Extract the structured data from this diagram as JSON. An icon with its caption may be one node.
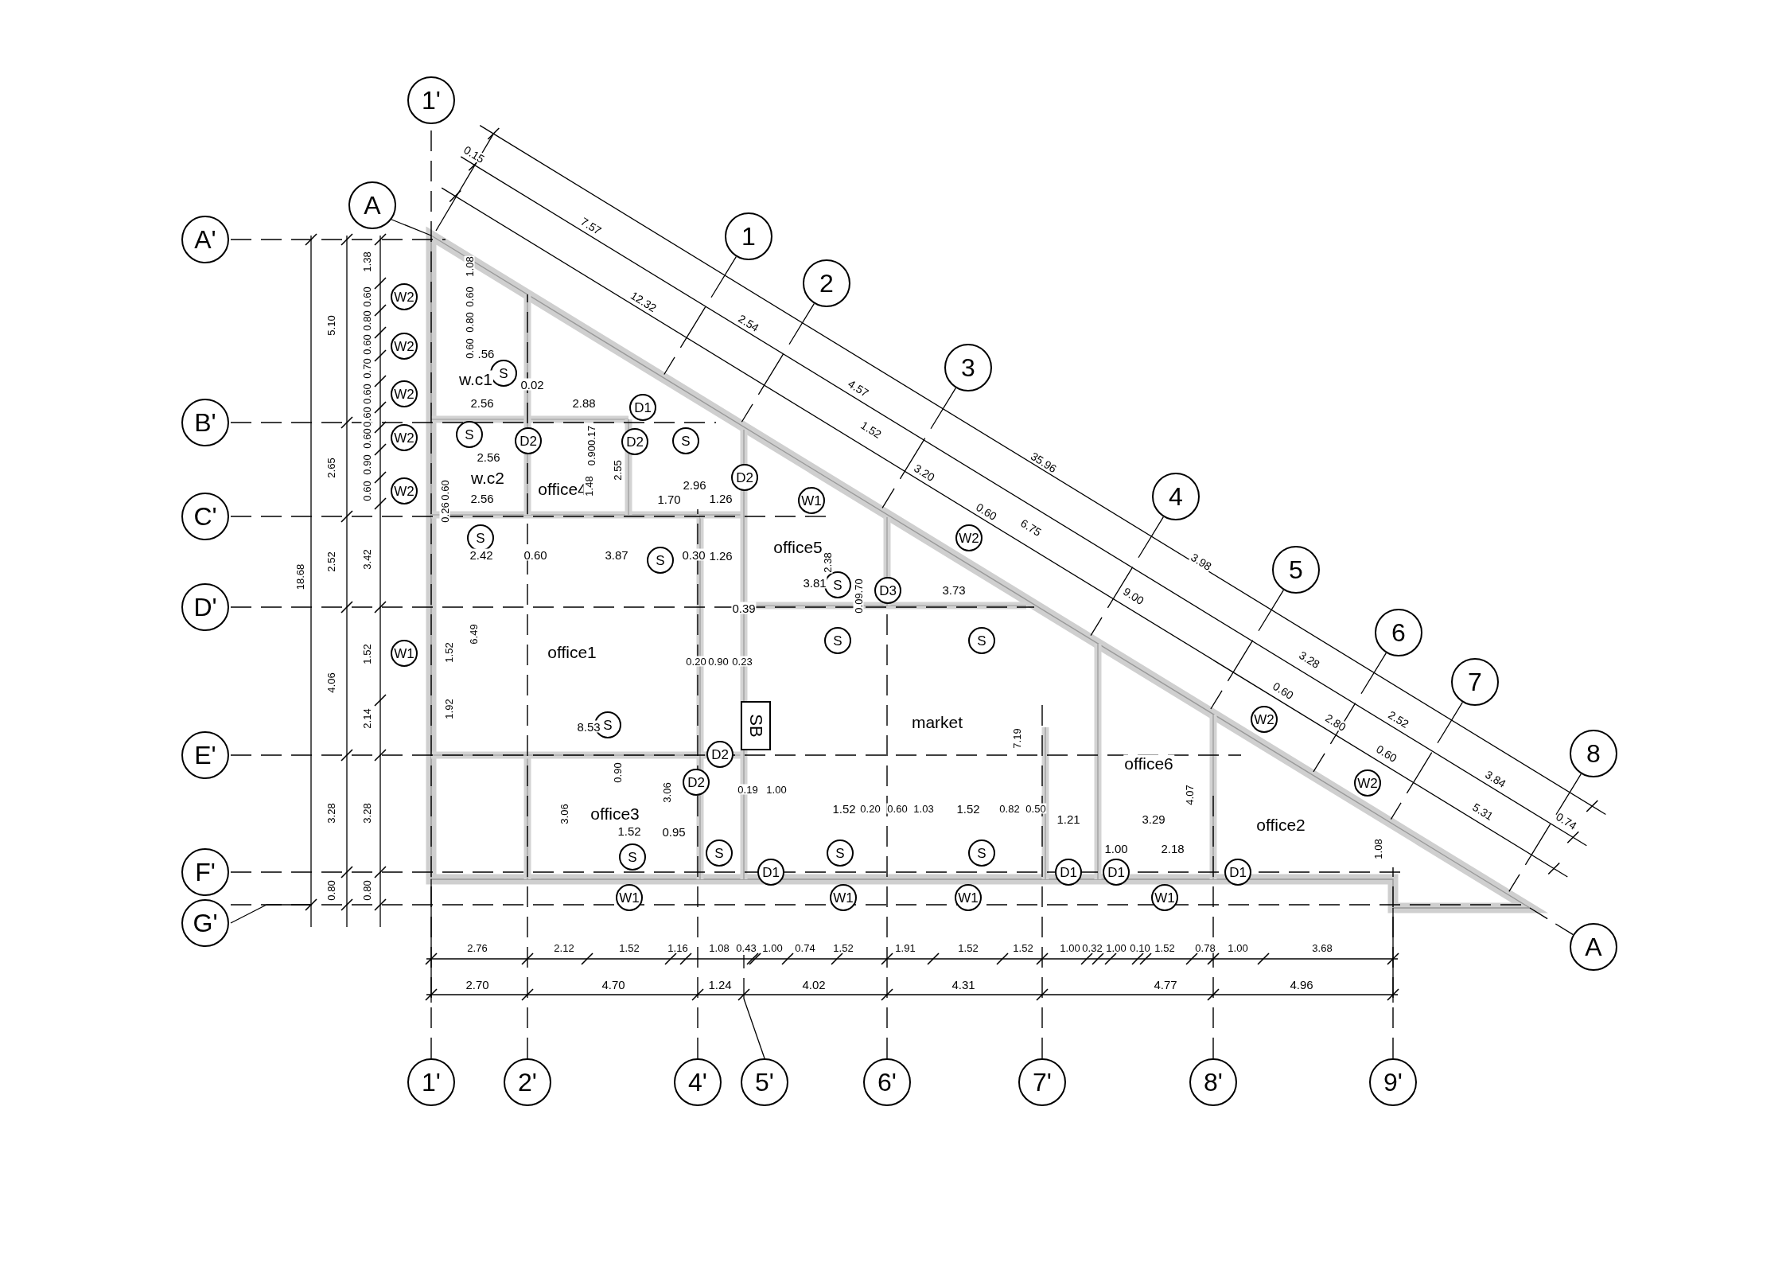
{
  "diagram": {
    "nodes": [
      {
        "text": [
          "1'"
        ]
      },
      {
        "text": [
          "A"
        ]
      },
      {
        "text": [
          "A'"
        ]
      },
      {
        "text": [
          "1"
        ]
      },
      {
        "text": [
          "2"
        ]
      },
      {
        "text": [
          "3"
        ]
      },
      {
        "text": [
          "B'"
        ]
      },
      {
        "text": [
          "C'"
        ]
      },
      {
        "text": [
          "4"
        ]
      },
      {
        "text": [
          "5"
        ]
      },
      {
        "text": [
          "D'"
        ]
      },
      {
        "text": [
          "6"
        ]
      },
      {
        "text": [
          "7"
        ]
      },
      {
        "text": [
          "8"
        ]
      },
      {
        "text": [
          "E'"
        ]
      },
      {
        "text": [
          "F'"
        ]
      },
      {
        "text": [
          "G'"
        ]
      },
      {
        "text": [
          "A"
        ]
      },
      {
        "text": [
          "1'"
        ]
      },
      {
        "text": [
          "2'"
        ]
      },
      {
        "text": [
          "4'"
        ]
      },
      {
        "text": [
          "5'"
        ]
      },
      {
        "text": [
          "6'"
        ]
      },
      {
        "text": [
          "7'"
        ]
      },
      {
        "text": [
          "8'"
        ]
      },
      {
        "text": [
          "9'"
        ]
      },
      {
        "text": [
          "W2"
        ]
      },
      {
        "text": [
          "W2"
        ]
      },
      {
        "text": [
          "W2"
        ]
      },
      {
        "text": [
          "W2"
        ]
      },
      {
        "text": [
          "W2"
        ]
      },
      {
        "text": [
          "S"
        ]
      },
      {
        "text": [
          "D1"
        ]
      },
      {
        "text": [
          "S"
        ]
      },
      {
        "text": [
          "D2"
        ]
      },
      {
        "text": [
          "D2"
        ]
      },
      {
        "text": [
          "S"
        ]
      },
      {
        "text": [
          "D2"
        ]
      },
      {
        "text": [
          "W1"
        ]
      },
      {
        "text": [
          "W2"
        ]
      },
      {
        "text": [
          "S"
        ]
      },
      {
        "text": [
          "S"
        ]
      },
      {
        "text": [
          "S"
        ]
      },
      {
        "text": [
          "D3"
        ]
      },
      {
        "text": [
          "S"
        ]
      },
      {
        "text": [
          "S"
        ]
      },
      {
        "text": [
          "W1"
        ]
      },
      {
        "text": [
          "W2"
        ]
      },
      {
        "text": [
          "SB"
        ]
      },
      {
        "text": [
          "S"
        ]
      },
      {
        "text": [
          "D2"
        ]
      },
      {
        "text": [
          "D2"
        ]
      },
      {
        "text": [
          "W2"
        ]
      },
      {
        "text": [
          "S"
        ]
      },
      {
        "text": [
          "S"
        ]
      },
      {
        "text": [
          "S"
        ]
      },
      {
        "text": [
          "S"
        ]
      },
      {
        "text": [
          "D1"
        ]
      },
      {
        "text": [
          "D1"
        ]
      },
      {
        "text": [
          "D1"
        ]
      },
      {
        "text": [
          "D1"
        ]
      },
      {
        "text": [
          "W1"
        ]
      },
      {
        "text": [
          "W1"
        ]
      },
      {
        "text": [
          "W1"
        ]
      },
      {
        "text": [
          "W1"
        ]
      }
    ],
    "labels": [
      "0.15",
      "7.57",
      "1.38",
      "1.08",
      "0.60",
      "0.60",
      "12.32",
      "5.10",
      "0.80",
      "0.80",
      "2.54",
      "0.60",
      "0.60",
      ".56",
      "0.70",
      "w.c1",
      "0.02",
      "4.57",
      "0.60",
      "2.56",
      "2.88",
      "0.60",
      "0.60",
      "2.56",
      "0.900.17",
      "1.52",
      "2.65",
      "0.90",
      "w.c2",
      "2.55",
      "3.20",
      "35.96",
      "0.60",
      "0.60",
      "2.56",
      "office4",
      "1.48",
      "1.70",
      "2.96",
      "1.26",
      "0.26",
      "0.60",
      "6.75",
      "2.52",
      "3.42",
      "2.42",
      "0.60",
      "3.87",
      "0.30",
      "1.26",
      "office5",
      "2.38",
      "3.98",
      "18.68",
      "3.81",
      "0.09.70",
      "3.73",
      "9.00",
      "0.39",
      "1.52",
      "1.52",
      "6.49",
      "office1",
      "0.20",
      "0.90",
      "0.23",
      "3.28",
      "4.06",
      "0.60",
      "2.14",
      "1.92",
      "8.53",
      "market",
      "2.80",
      "2.52",
      "7.19",
      "office6",
      "0.60",
      "0.90",
      "3.06",
      "0.19",
      "1.00",
      "4.07",
      "3.84",
      "3.28",
      "3.28",
      "3.06",
      "office3",
      "1.52",
      "0.20",
      "0.60",
      "1.03",
      "1.52",
      "0.82",
      "0.50",
      "1.21",
      "3.29",
      "office2",
      "5.31",
      "0.74",
      "1.52",
      "0.95",
      "1.00",
      "2.18",
      "1.08",
      "0.80",
      "0.80",
      "2.76",
      "2.12",
      "1.52",
      "1.16",
      "1.08",
      "0.43",
      "1.00",
      "0.74",
      "1.52",
      "1.91",
      "1.52",
      "1.52",
      "1.00",
      "0.32",
      "1.00",
      "0.10",
      "1.52",
      "0.78",
      "1.00",
      "3.68",
      "2.70",
      "4.70",
      "1.24",
      "4.02",
      "4.31",
      "4.77",
      "4.96"
    ]
  }
}
